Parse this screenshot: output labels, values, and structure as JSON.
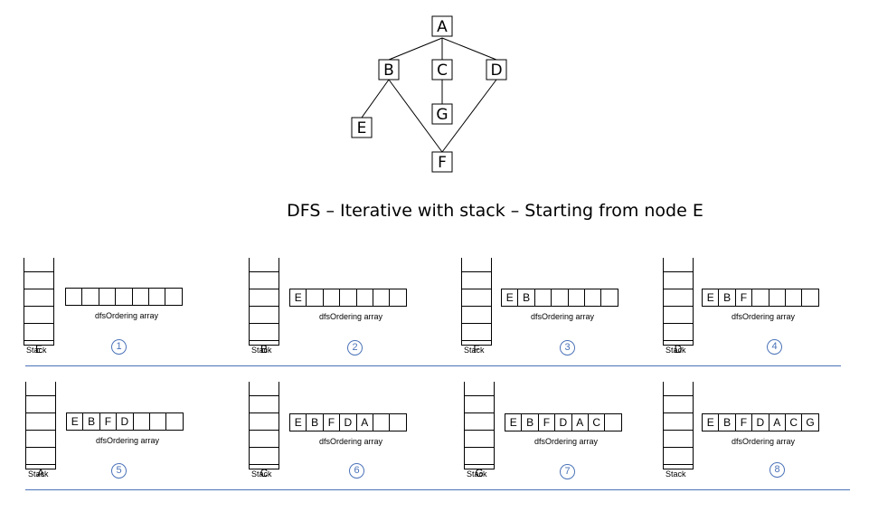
{
  "graph": {
    "nodes": [
      {
        "id": "A",
        "label": "A"
      },
      {
        "id": "B",
        "label": "B"
      },
      {
        "id": "C",
        "label": "C"
      },
      {
        "id": "D",
        "label": "D"
      },
      {
        "id": "E",
        "label": "E"
      },
      {
        "id": "G",
        "label": "G"
      },
      {
        "id": "F",
        "label": "F"
      }
    ],
    "edges": [
      [
        "A",
        "B"
      ],
      [
        "A",
        "C"
      ],
      [
        "A",
        "D"
      ],
      [
        "B",
        "E"
      ],
      [
        "B",
        "F"
      ],
      [
        "C",
        "G"
      ],
      [
        "D",
        "F"
      ]
    ]
  },
  "title": "DFS – Iterative with stack – Starting from node E",
  "stack_label": "Stack",
  "array_label": "dfsOrdering array",
  "steps": [
    {
      "number": "1",
      "stack_top": "E",
      "array": [
        "",
        "",
        "",
        "",
        "",
        "",
        ""
      ]
    },
    {
      "number": "2",
      "stack_top": "B",
      "array": [
        "E",
        "",
        "",
        "",
        "",
        "",
        ""
      ]
    },
    {
      "number": "3",
      "stack_top": "F",
      "array": [
        "E",
        "B",
        "",
        "",
        "",
        "",
        ""
      ]
    },
    {
      "number": "4",
      "stack_top": "D",
      "array": [
        "E",
        "B",
        "F",
        "",
        "",
        "",
        ""
      ]
    },
    {
      "number": "5",
      "stack_top": "A",
      "array": [
        "E",
        "B",
        "F",
        "D",
        "",
        "",
        ""
      ]
    },
    {
      "number": "6",
      "stack_top": "C",
      "array": [
        "E",
        "B",
        "F",
        "D",
        "A",
        "",
        ""
      ]
    },
    {
      "number": "7",
      "stack_top": "G",
      "array": [
        "E",
        "B",
        "F",
        "D",
        "A",
        "C",
        ""
      ]
    },
    {
      "number": "8",
      "stack_top": "",
      "array": [
        "E",
        "B",
        "F",
        "D",
        "A",
        "C",
        "G"
      ]
    }
  ],
  "colors": {
    "accent": "#4a72b8",
    "line": "#000000"
  }
}
